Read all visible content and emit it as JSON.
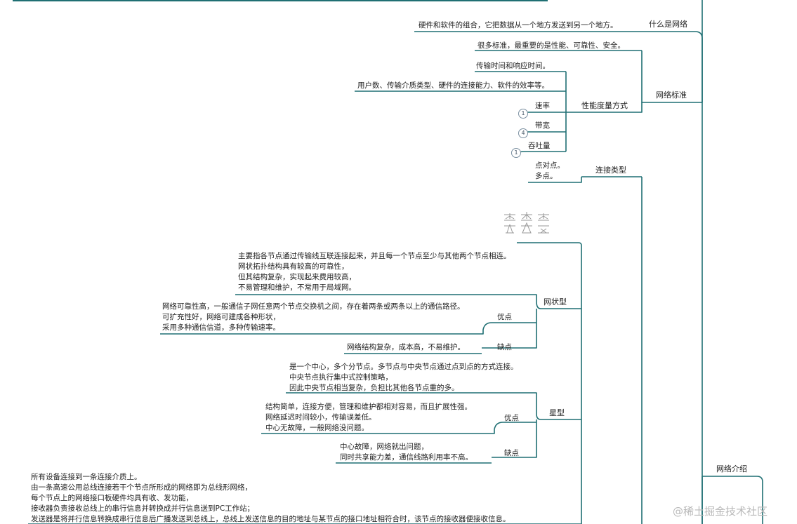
{
  "nodes": {
    "what_is_network": "什么是网络",
    "what_is_network_desc": "硬件和软件的组合，它把数据从一个地方发送到另一个地方。",
    "network_standard": "网络标准",
    "standard_desc": "很多标准，最重要的是性能、可靠性、安全。",
    "perf_measure": "性能度量方式",
    "perf_items": [
      "传输时间和响应时间。",
      "用户数、传输介质类型、硬件的连接能力、软件的效率等。",
      "速率",
      "带宽",
      "吞吐量"
    ],
    "perf_badges": [
      "1",
      "4",
      "1"
    ],
    "connection_type": "连接类型",
    "connection_items": [
      "点对点。",
      "多点。"
    ],
    "mesh": "网状型",
    "mesh_desc": [
      "主要指各节点通过传输线互联连接起来，并且每一个节点至少与其他两个节点相连。",
      "网状拓扑结构具有较高的可靠性，",
      "但其结构复杂，实现起来费用较高，",
      "不易管理和维护，不常用于局域网。"
    ],
    "mesh_pros_label": "优点",
    "mesh_pros": [
      "网络可靠性高，一般通信子网任意两个节点交换机之间，存在着两条或两条以上的通信路径。",
      "可扩充性好，网络可建成各种形状，",
      "采用多种通信信道，多种传输速率。"
    ],
    "mesh_cons_label": "缺点",
    "mesh_cons": "网络结构复杂，成本高，不易维护。",
    "star": "星型",
    "star_desc": [
      "是一个中心，多个分节点。多节点与中央节点通过点到点的方式连接。",
      "中央节点执行集中式控制策略，",
      "因此中央节点相当复杂，负担比其他各节点重的多。"
    ],
    "star_pros_label": "优点",
    "star_pros": [
      "结构简单，连接方便，管理和维护都相对容易，而且扩展性强。",
      "网络延迟时间较小，传输误差低。",
      "中心无故障，一般网络没问题。"
    ],
    "star_cons_label": "缺点",
    "star_cons": [
      "中心故障，网络就出问题，",
      "同时共享能力差，通信线路利用率不高。"
    ],
    "network_intro": "网络介绍",
    "bus_desc": [
      "所有设备连接到一条连接介质上。",
      "由一条高速公用总线连接若干个节点所形成的网络即为总线形网络，",
      "每个节点上的网络接口板硬件均具有收、发功能，",
      "接收器负责接收总线上的串行信息并转换成并行信息送到PC工作站；",
      "发送器是将并行信息转换成串行信息后广播发送到总线上，总线上发送信息的目的地址与某节点的接口地址相符合时，该节点的接收器便接收信息。"
    ]
  },
  "watermark": "@稀土掘金技术社区",
  "colors": {
    "line": "#1f6f73",
    "text": "#222222",
    "badge": "#7a8fa0"
  }
}
